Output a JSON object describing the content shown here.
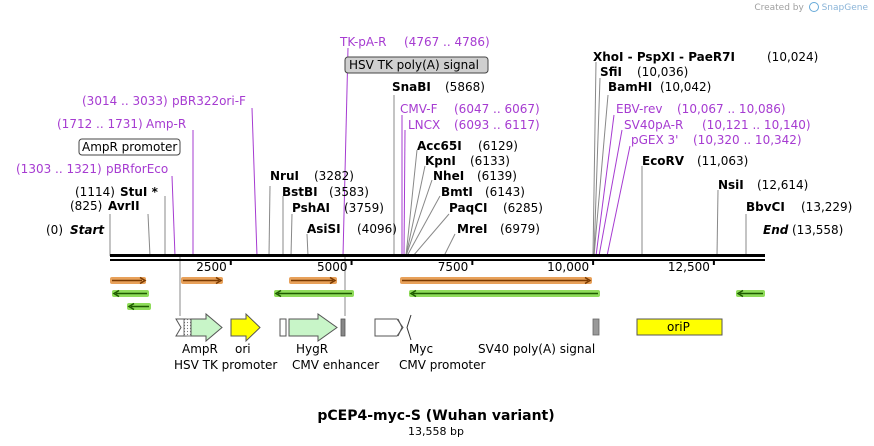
{
  "credit": {
    "prefix": "Created by",
    "brand": "SnapGene"
  },
  "title": "pCEP4-myc-S (Wuhan variant)",
  "length": "13,558 bp",
  "ticks": [
    "2500",
    "5000",
    "7500",
    "10,000",
    "12,500"
  ],
  "ends": {
    "start": "Start",
    "start_pos": "(0)",
    "end": "End",
    "end_pos": "(13,558)"
  },
  "enzymes": [
    {
      "name": "AvrII",
      "pos": "(825)"
    },
    {
      "name": "StuI *",
      "pos": "(1114)"
    },
    {
      "name": "NruI",
      "pos": "(3282)"
    },
    {
      "name": "BstBI",
      "pos": "(3583)"
    },
    {
      "name": "PshAI",
      "pos": "(3759)"
    },
    {
      "name": "AsiSI",
      "pos": "(4096)"
    },
    {
      "name": "SnaBI",
      "pos": "(5868)"
    },
    {
      "name": "Acc65I",
      "pos": "(6129)"
    },
    {
      "name": "KpnI",
      "pos": "(6133)"
    },
    {
      "name": "NheI",
      "pos": "(6139)"
    },
    {
      "name": "BmtI",
      "pos": "(6143)"
    },
    {
      "name": "PaqCI",
      "pos": "(6285)"
    },
    {
      "name": "MreI",
      "pos": "(6979)"
    },
    {
      "name": "XhoI  - PspXI  - PaeR7I",
      "pos": "(10,024)"
    },
    {
      "name": "SfiI",
      "pos": "(10,036)"
    },
    {
      "name": "BamHI",
      "pos": "(10,042)"
    },
    {
      "name": "EcoRV",
      "pos": "(11,063)"
    },
    {
      "name": "NsiI",
      "pos": "(12,614)"
    },
    {
      "name": "BbvCI",
      "pos": "(13,229)"
    }
  ],
  "primers": [
    {
      "name": "TK-pA-R",
      "range": "(4767 .. 4786)"
    },
    {
      "name": "pBR322ori-F",
      "range": "(3014 .. 3033)"
    },
    {
      "name": "Amp-R",
      "range": "(1712 .. 1731)"
    },
    {
      "name": "pBRforEco",
      "range": "(1303 .. 1321)"
    },
    {
      "name": "CMV-F",
      "range": "(6047 .. 6067)"
    },
    {
      "name": "LNCX",
      "range": "(6093 .. 6117)"
    },
    {
      "name": "EBV-rev",
      "range": "(10,067 .. 10,086)"
    },
    {
      "name": "SV40pA-R",
      "range": "(10,121 .. 10,140)"
    },
    {
      "name": "pGEX 3'",
      "range": "(10,320 .. 10,342)"
    }
  ],
  "boxed_features": [
    {
      "name": "HSV TK poly(A) signal"
    },
    {
      "name": "AmpR promoter"
    }
  ],
  "features": [
    {
      "name": "AmpR"
    },
    {
      "name": "ori"
    },
    {
      "name": "HygR"
    },
    {
      "name": "Myc"
    },
    {
      "name": "SV40 poly(A) signal"
    },
    {
      "name": "HSV TK promoter"
    },
    {
      "name": "CMV enhancer"
    },
    {
      "name": "CMV promoter"
    },
    {
      "name": "oriP"
    }
  ],
  "colors": {
    "primer": "#a63bd1",
    "forward_arrow": "#e8a15a",
    "reverse_arrow": "#4a9e1f",
    "resistance": "#c8f5c8",
    "ori": "#ffff00",
    "backbone": "#000000"
  }
}
